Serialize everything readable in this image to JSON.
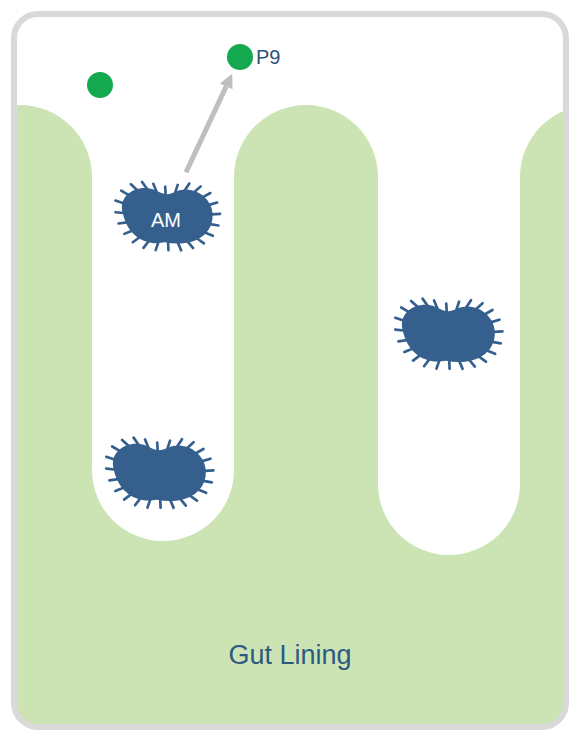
{
  "diagram": {
    "nodes": [
      {
        "text": [
          "P9"
        ]
      },
      {
        "text": [
          "AM"
        ]
      },
      {
        "text": [
          "Gut Lining"
        ]
      }
    ],
    "edges": [
      {
        "from": 1,
        "to": 0,
        "arrow": "to"
      }
    ]
  }
}
